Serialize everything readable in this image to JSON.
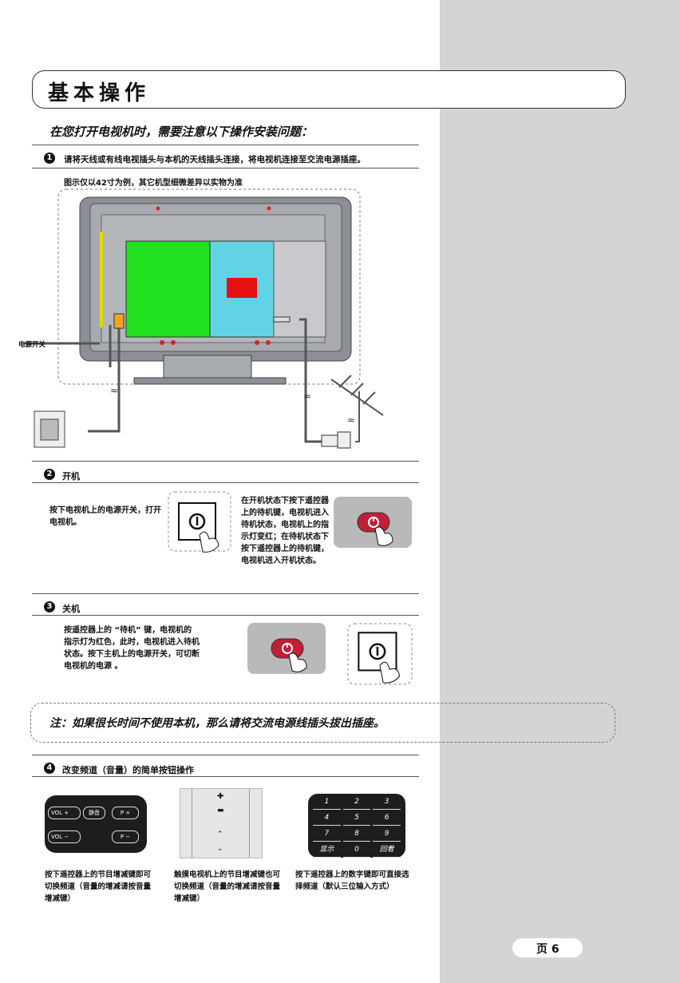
{
  "page": {
    "title": "基本操作",
    "subtitle": "在您打开电视机时，需要注意以下操作安装问题：",
    "page_label": "页 6"
  },
  "sections": [
    {
      "num": "1",
      "text": "请将天线或有线电视插头与本机的天线插头连接，将电视机连接至交流电源插座。"
    },
    {
      "num": "2",
      "heading": "开机"
    },
    {
      "num": "3",
      "heading": "关机"
    },
    {
      "num": "4",
      "heading": "改变频道（音量）的简单按钮操作"
    }
  ],
  "diagram": {
    "caption": "图示仅以42寸为例，其它机型细微差异以实物为准",
    "power_switch_label": "电源开关"
  },
  "power_on": {
    "text1": "按下电视机上的电源开关，打开电视机。",
    "text2": "在开机状态下按下遥控器上的待机键，电视机进入待机状态，电视机上的指示灯变红；在待机状态下按下遥控器上的待机键，电视机进入开机状态。"
  },
  "power_off": {
    "text": "按遥控器上的 “待机” 键，电视机的指示灯为红色，此时，电视机进入待机状态。按下主机上的电源开关，可切断电视机的电源 。"
  },
  "note": "注：如果很长时间不使用本机，那么请将交流电源线插头拔出插座。",
  "remote": {
    "vol_label": "VOL",
    "mute_label": "静音",
    "p_label": "P",
    "keypad": [
      "1",
      "2",
      "3",
      "4",
      "5",
      "6",
      "7",
      "8",
      "9",
      "显示",
      "0",
      "回看"
    ]
  },
  "captions": [
    "按下遥控器上的节目增减键即可切换频道（音量的增减请按音量增减键）",
    "触摸电视机上的节目增减键也可切换频道（音量的增减请按音量增减键）",
    "按下遥控器上的数字键即可直接选择频道（默认三位输入方式）"
  ]
}
